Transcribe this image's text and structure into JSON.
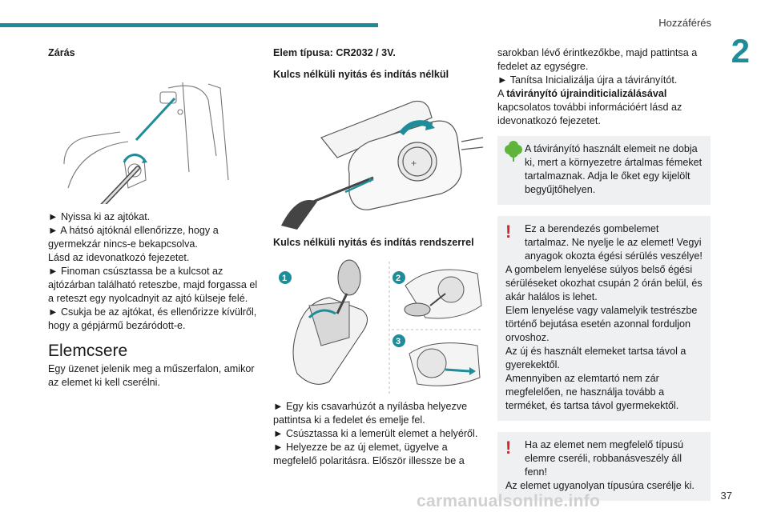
{
  "header": {
    "section": "Hozzáférés",
    "chapter": "2"
  },
  "col1": {
    "heading": "Zárás",
    "steps": [
      "► Nyissa ki az ajtókat.",
      "► A hátsó ajtóknál ellenőrizze, hogy a gyermekzár nincs-e bekapcsolva.",
      "Lásd az idevonatkozó fejezetet.",
      "► Finoman csúsztassa be a kulcsot az ajtózárban található reteszbe, majd forgassa el a reteszt egy nyolcadnyit az ajtó külseje felé.",
      "► Csukja be az ajtókat, és ellenőrizze kívülről, hogy a gépjármű bezáródott-e."
    ],
    "section_title": "Elemcsere",
    "section_text": "Egy üzenet jelenik meg a műszerfalon, amikor az elemet ki kell cserélni."
  },
  "col2": {
    "battery_type": "Elem típusa: CR2032 / 3V.",
    "heading1": "Kulcs nélküli nyitás és indítás nélkül",
    "heading2": "Kulcs nélküli nyitás és indítás rendszerrel",
    "badges": [
      "1",
      "2",
      "3"
    ],
    "steps": [
      "► Egy kis csavarhúzót a nyílásba helyezve pattintsa ki a fedelet és emelje fel.",
      "► Csúsztassa ki a lemerült elemet a helyéről.",
      "► Helyezze be az új elemet, ügyelve a megfelelő polaritásra. Először illessze be a"
    ]
  },
  "col3": {
    "continued": "sarokban lévő érintkezőkbe, majd pattintsa a fedelet az egységre.",
    "step_init": "► Tanítsa Inicializálja újra a távirányítót.",
    "ref_prefix": "A ",
    "ref_bold": "távirányító újrainditicializálásával",
    "ref_suffix": " kapcsolatos további információért lásd az idevonatkozó fejezetet.",
    "eco_note": "A távirányító használt elemeit ne dobja ki, mert a környezetre ártalmas fémeket tartalmaznak. Adja le őket egy kijelölt begyűjtőhelyen.",
    "warning1_lines": [
      "Ez a berendezés gombelemet tartalmaz. Ne nyelje le az elemet! Vegyi anyagok okozta égési sérülés veszélye!",
      "A gombelem lenyelése súlyos belső égési sérüléseket okozhat csupán 2 órán belül, és akár halálos is lehet.",
      "Elem lenyelése vagy valamelyik testrészbe történő bejutása esetén azonnal forduljon orvoshoz.",
      "Az új és használt elemeket tartsa távol a gyerekektől.",
      "Amennyiben az elemtartó nem zár megfelelően, ne használja tovább a terméket, és tartsa távol gyermekektől."
    ],
    "warning2_lines": [
      "Ha az elemet nem megfelelő típusú elemre cseréli, robbanásveszély áll fenn!",
      "Az elemet ugyanolyan típusúra cserélje ki."
    ]
  },
  "page_number": "37",
  "footer": "carmanualsonline.info"
}
